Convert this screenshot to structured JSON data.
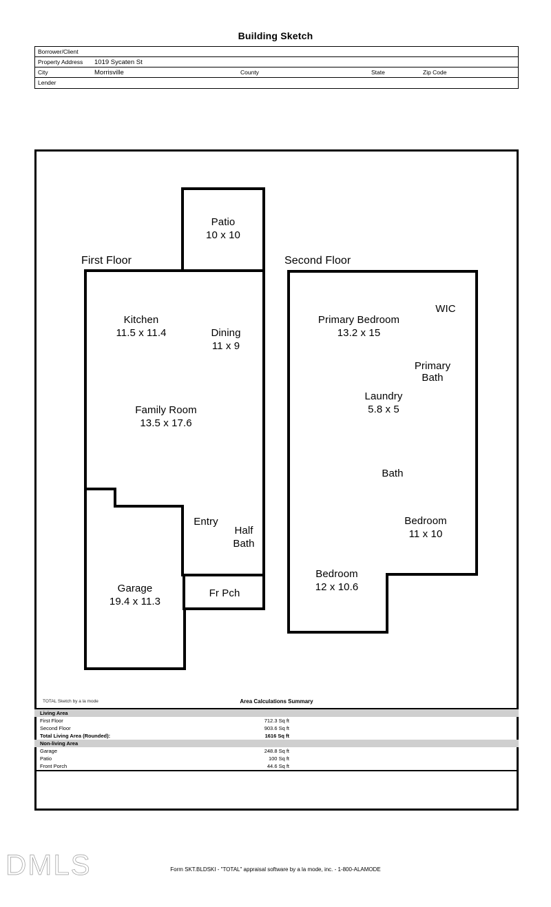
{
  "document": {
    "title": "Building Sketch"
  },
  "identification": {
    "rows": [
      {
        "label": "Borrower/Client",
        "value": ""
      },
      {
        "label": "Property Address",
        "value": "1019 Sycaten St"
      },
      {
        "label": "City",
        "value": "Morrisville"
      },
      {
        "label": "Lender",
        "value": ""
      }
    ],
    "city_row_labels": {
      "county": "County",
      "state": "State",
      "zip": "Zip Code"
    }
  },
  "sketch": {
    "first_floor": {
      "title": "First Floor",
      "rooms": [
        {
          "name": "Patio",
          "dims": "10 x 10"
        },
        {
          "name": "Kitchen",
          "dims": "11.5 x 11.4"
        },
        {
          "name": "Dining",
          "dims": "11 x 9"
        },
        {
          "name": "Family Room",
          "dims": "13.5 x 17.6"
        },
        {
          "name": "Entry",
          "dims": ""
        },
        {
          "name": "Half Bath",
          "dims": ""
        },
        {
          "name": "Garage",
          "dims": "19.4 x 11.3"
        },
        {
          "name": "Fr Pch",
          "dims": ""
        }
      ]
    },
    "second_floor": {
      "title": "Second Floor",
      "rooms": [
        {
          "name": "Primary Bedroom",
          "dims": "13.2 x 15"
        },
        {
          "name": "WIC",
          "dims": ""
        },
        {
          "name": "Primary Bath",
          "dims": ""
        },
        {
          "name": "Laundry",
          "dims": "5.8 x 5"
        },
        {
          "name": "Bath",
          "dims": ""
        },
        {
          "name": "Bedroom",
          "dims": "11 x 10"
        },
        {
          "name": "Bedroom",
          "dims": "12 x 10.6"
        }
      ]
    },
    "labels": {
      "first_floor_title": "First Floor",
      "second_floor_title": "Second Floor",
      "patio_name": "Patio",
      "patio_dims": "10 x 10",
      "kitchen_name": "Kitchen",
      "kitchen_dims": "11.5 x 11.4",
      "dining_name": "Dining",
      "dining_dims": "11 x 9",
      "family_name": "Family Room",
      "family_dims": "13.5 x 17.6",
      "entry_name": "Entry",
      "halfbath_line1": "Half",
      "halfbath_line2": "Bath",
      "garage_name": "Garage",
      "garage_dims": "19.4 x 11.3",
      "frpch_name": "Fr Pch",
      "primary_bedroom_name": "Primary Bedroom",
      "primary_bedroom_dims": "13.2 x 15",
      "wic_name": "WIC",
      "primary_bath_line1": "Primary",
      "primary_bath_line2": "Bath",
      "laundry_name": "Laundry",
      "laundry_dims": "5.8 x 5",
      "bath_name": "Bath",
      "bedroom2_name": "Bedroom",
      "bedroom2_dims": "11 x 10",
      "bedroom3_name": "Bedroom",
      "bedroom3_dims": "12 x 10.6"
    }
  },
  "area_calculations": {
    "sketch_by": "TOTAL Sketch by a la mode",
    "heading": "Area Calculations Summary",
    "sections": [
      {
        "title": "Living Area",
        "rows": [
          {
            "name": "First Floor",
            "value": "712.3 Sq ft",
            "bold": false
          },
          {
            "name": "Second Floor",
            "value": "903.6 Sq ft",
            "bold": false
          },
          {
            "name": "Total Living Area (Rounded):",
            "value": "1616 Sq ft",
            "bold": true
          }
        ]
      },
      {
        "title": "Non-living Area",
        "rows": [
          {
            "name": "Garage",
            "value": "248.8 Sq ft",
            "bold": false
          },
          {
            "name": "Patio",
            "value": "100 Sq ft",
            "bold": false
          },
          {
            "name": "Front Porch",
            "value": "44.6 Sq ft",
            "bold": false
          }
        ]
      }
    ]
  },
  "footer": {
    "form_note": "Form SKT.BLDSKI - \"TOTAL\" appraisal software by a la mode, inc. - 1-800-ALAMODE",
    "watermark": "DMLS"
  }
}
